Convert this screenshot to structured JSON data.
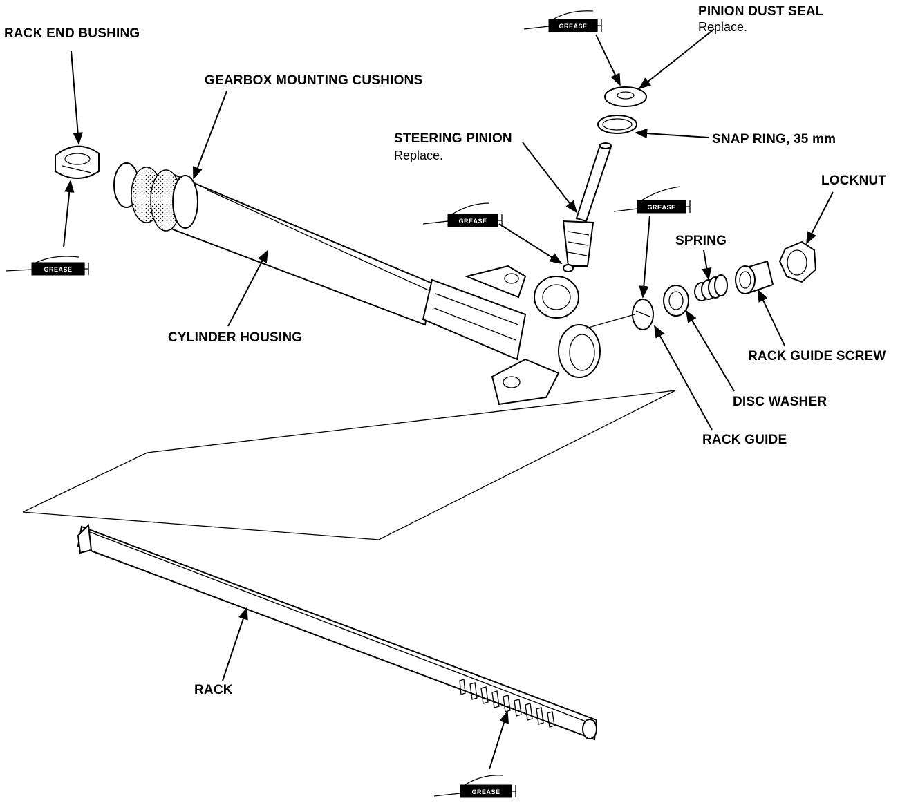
{
  "labels": {
    "rack_end_bushing": "RACK END BUSHING",
    "gearbox_mounting_cushions": "GEARBOX MOUNTING CUSHIONS",
    "cylinder_housing": "CYLINDER HOUSING",
    "pinion_dust_seal": "PINION DUST SEAL",
    "pinion_dust_seal_note": "Replace.",
    "steering_pinion": "STEERING PINION",
    "steering_pinion_note": "Replace.",
    "snap_ring": "SNAP RING, 35 mm",
    "locknut": "LOCKNUT",
    "spring": "SPRING",
    "rack_guide_screw": "RACK GUIDE SCREW",
    "disc_washer": "DISC WASHER",
    "rack_guide": "RACK GUIDE",
    "rack": "RACK"
  },
  "grease_label": "GREASE",
  "grease_points": [
    "rack-end-bushing",
    "pinion-dust-seal",
    "steering-pinion",
    "rack-guide",
    "rack"
  ]
}
